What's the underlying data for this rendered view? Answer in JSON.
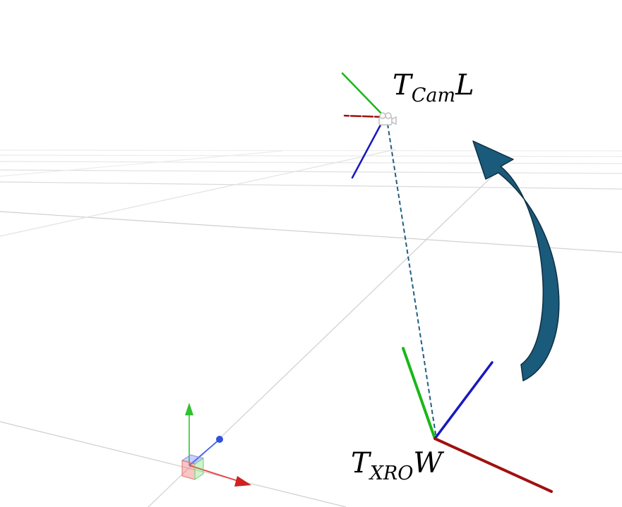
{
  "labels": {
    "camera_frame": {
      "base": "T",
      "subscript": "Cam",
      "suffix": "L"
    },
    "xro_frame": {
      "base": "T",
      "subscript": "XRO",
      "suffix": "W"
    }
  },
  "colors": {
    "x_axis": "#a01010",
    "y_axis": "#18b818",
    "z_axis": "#1818c0",
    "link_line": "#1e5f80",
    "rotation_arrow": "#1a5a7a",
    "grid": "#cfcfcf",
    "gizmo_x": "#e84040",
    "gizmo_y": "#40d040",
    "gizmo_z": "#4060f0"
  },
  "icons": {
    "camera": "camera-icon",
    "rotation": "curved-arrow-icon",
    "origin_gizmo": "transform-gizmo-icon"
  }
}
